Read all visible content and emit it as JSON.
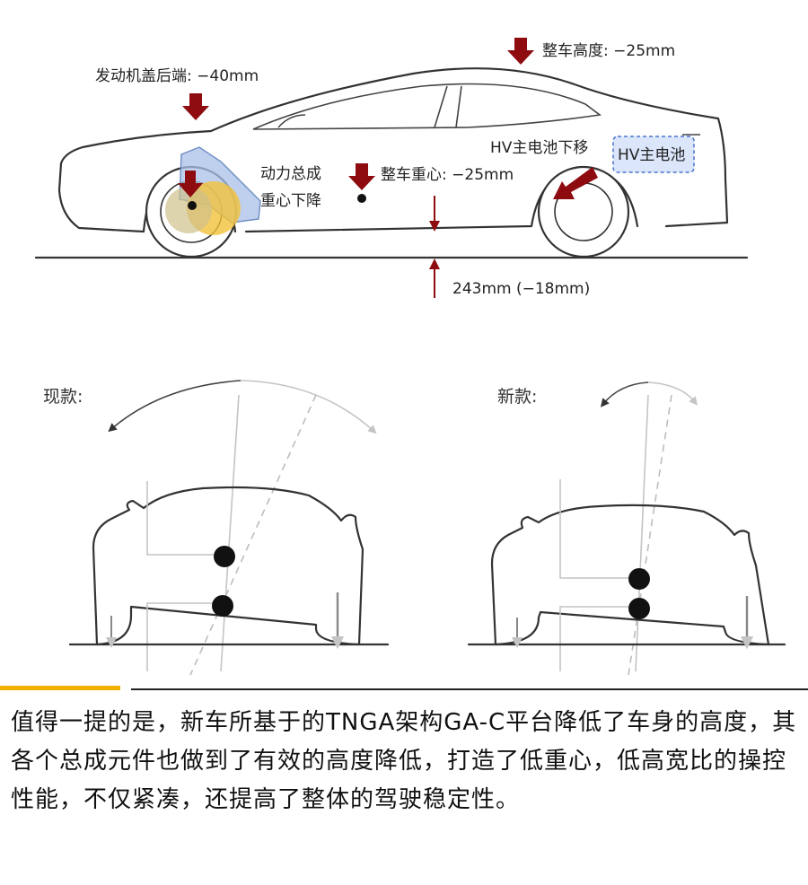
{
  "top_diagram": {
    "labels": {
      "hood_rear": "发动机盖后端: −40mm",
      "roof_height": "整车高度: −25mm",
      "hv_move": "HV主电池下移",
      "hv_box": "HV主电池",
      "powertrain_line1": "动力总成",
      "powertrain_line2": "重心下降",
      "cog": "整车重心: −25mm",
      "ground_clearance": "243mm (−18mm)"
    },
    "colors": {
      "arrow": "#8e0c10",
      "hv_box_fill": "#dbe6fb",
      "hv_box_border": "#4a74c9",
      "engine_yellow": "#f3c23a",
      "engine_blue": "#a9c0e8"
    }
  },
  "bottom_diagram": {
    "current_label": "现款:",
    "new_label": "新款:"
  },
  "divider": {
    "accent": "#f2b100",
    "rule": "#222222"
  },
  "caption": {
    "text": "值得一提的是，新车所基于的TNGA架构GA-C平台降低了车身的高度，其各个总成元件也做到了有效的高度降低，打造了低重心，低高宽比的操控性能，不仅紧凑，还提高了整体的驾驶稳定性。"
  }
}
